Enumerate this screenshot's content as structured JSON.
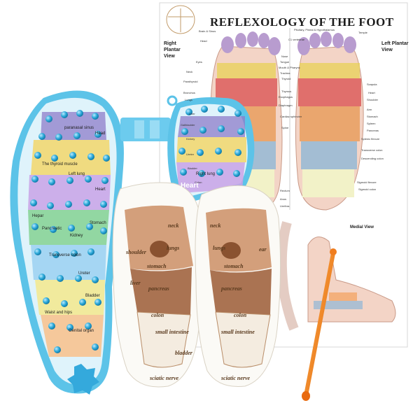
{
  "chart": {
    "title": "REFLEXOLOGY OF THE FOOT",
    "left_view": "Right Plantar View",
    "right_view": "Left Plantar View",
    "medial_view": "Medial View",
    "labels": [
      "Brain & Sinus",
      "Pituitary, Pineal & Hypothalamus",
      "Temple",
      "Head",
      "Eyes",
      "Neck",
      "Parathyroid",
      "Bronchus",
      "Lungs",
      "Liver",
      "Gallbladder",
      "Kidney",
      "Ureter",
      "Bladder",
      "Colon",
      "Rectum",
      "Anus",
      "Urethra",
      "C1 vertebrae",
      "Nose",
      "Tongue",
      "Mouth & Pharynx",
      "Trachea",
      "Thyroid",
      "Thymus",
      "Esophagus",
      "Diaphragm",
      "Cardiac sphincter",
      "Spine",
      "Sigmoid flexure",
      "Scapula",
      "Heart",
      "Shoulder",
      "Arm",
      "Stomach",
      "Spleen",
      "Pancreas",
      "Splenic flexure",
      "Transverse colon",
      "Descending colon",
      "Sigmoid colon"
    ]
  },
  "plate": {
    "labels": [
      "paranasal sinus",
      "Head",
      "The thyroid muscle",
      "Left lung",
      "Heart",
      "Stomach",
      "Hepar",
      "Pancreatic",
      "Kidney",
      "Transverse colon",
      "Ureter",
      "Bladder",
      "Genital organ",
      "Right lung",
      "Waist and hips"
    ],
    "big": "Heart"
  },
  "socks": {
    "labels": [
      "neck",
      "lungs",
      "stomach",
      "pancreas",
      "colon",
      "small intestine",
      "sciatic nerve",
      "shoulder",
      "liver",
      "ear",
      "bladder"
    ]
  },
  "colors": {
    "plate": "#8fd3ee",
    "pin": "#29a8d6",
    "sock_brown": "#9b5a35",
    "tool": "#f07d1e"
  }
}
